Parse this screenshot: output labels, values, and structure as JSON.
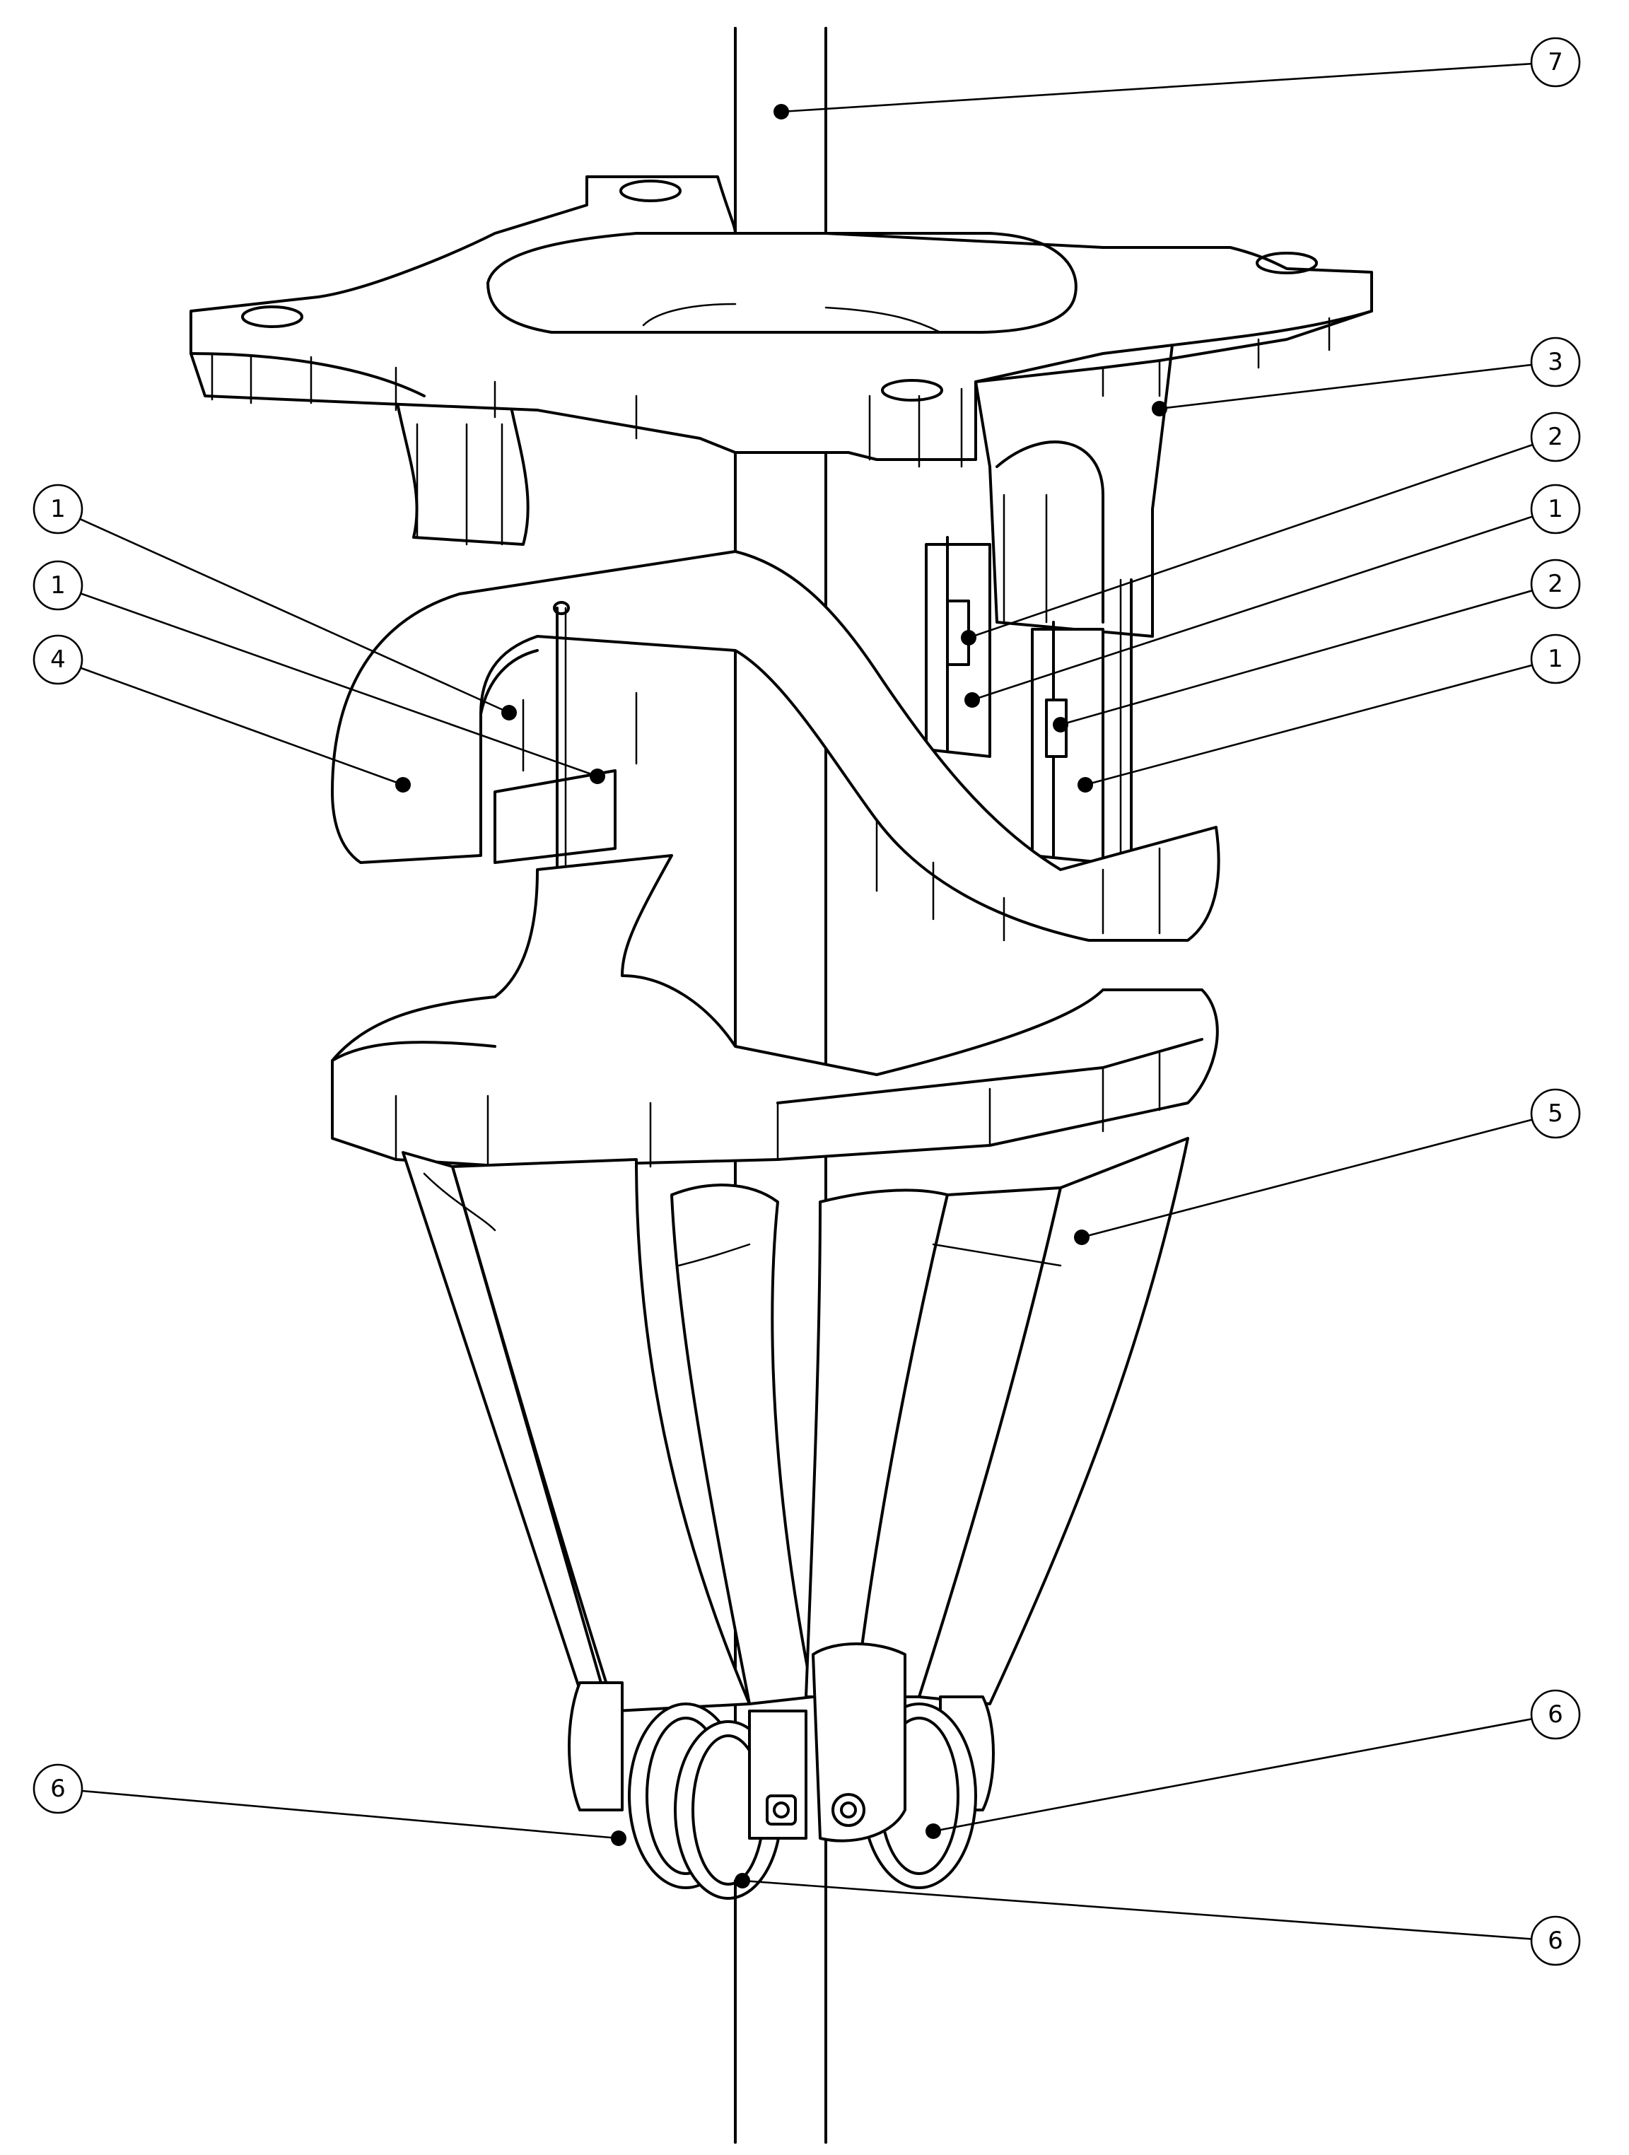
{
  "callouts": [
    {
      "id": "c7a",
      "label": "7"
    },
    {
      "id": "c3a",
      "label": "3"
    },
    {
      "id": "c2a",
      "label": "2"
    },
    {
      "id": "c1a",
      "label": "1"
    },
    {
      "id": "c2b",
      "label": "2"
    },
    {
      "id": "c1b",
      "label": "1"
    },
    {
      "id": "c1c",
      "label": "1"
    },
    {
      "id": "c1d",
      "label": "1"
    },
    {
      "id": "c4a",
      "label": "4"
    },
    {
      "id": "c5a",
      "label": "5"
    },
    {
      "id": "c6a",
      "label": "6"
    },
    {
      "id": "c6b",
      "label": "6"
    },
    {
      "id": "c6c",
      "label": "6"
    }
  ]
}
